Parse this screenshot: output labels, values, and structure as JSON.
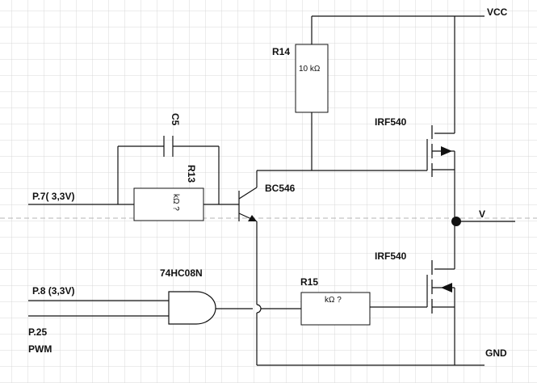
{
  "rails": {
    "vcc": "VCC",
    "gnd": "GND",
    "output": "V"
  },
  "inputs": {
    "p7": "P.7( 3,3V)",
    "p8": "P.8 (3,3V)",
    "p25": "P.25",
    "pwm": "PWM"
  },
  "components": {
    "r14": {
      "name": "R14",
      "value": "10 kΩ"
    },
    "r13": {
      "name": "R13",
      "value": "kΩ ?"
    },
    "r15": {
      "name": "R15",
      "value": "kΩ ?"
    },
    "c5": {
      "name": "C5"
    },
    "bjt": {
      "name": "BC546"
    },
    "and_gate": {
      "name": "74HC08N"
    },
    "mosfet_top": {
      "name": "IRF540"
    },
    "mosfet_bottom": {
      "name": "IRF540"
    }
  },
  "colors": {
    "grid": "#d9d9d9",
    "wire": "#111111",
    "background": "#ffffff"
  }
}
